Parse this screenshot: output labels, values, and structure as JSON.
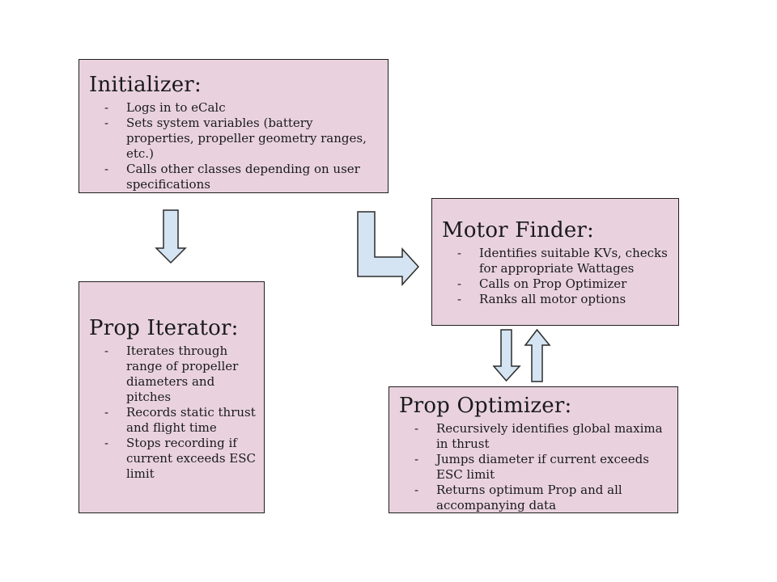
{
  "bullet_marker": "-",
  "colors": {
    "box_fill": "#e9d2de",
    "box_border": "#1f1f1f",
    "arrow_fill": "#d5e4f2",
    "arrow_border": "#2b2b2b",
    "text": "#1a1a1a",
    "background": "#ffffff"
  },
  "boxes": [
    {
      "id": "initializer",
      "title": "Initializer:",
      "bullets": [
        "Logs in to eCalc",
        "Sets system variables (battery properties, propeller geometry ranges, etc.)",
        "Calls other classes depending on user specifications"
      ]
    },
    {
      "id": "motor-finder",
      "title": "Motor Finder:",
      "bullets": [
        "Identifies suitable KVs, checks for appropriate Wattages",
        "Calls on Prop Optimizer",
        "Ranks all motor options"
      ]
    },
    {
      "id": "prop-iterator",
      "title": "Prop Iterator:",
      "bullets": [
        "Iterates through range of propeller diameters and pitches",
        "Records static thrust and flight time",
        "Stops recording if current exceeds ESC limit"
      ]
    },
    {
      "id": "prop-optimizer",
      "title": "Prop Optimizer:",
      "bullets": [
        "Recursively identifies global maxima in thrust",
        "Jumps diameter if current exceeds ESC limit",
        "Returns optimum Prop and all accompanying data"
      ]
    }
  ],
  "arrows": [
    {
      "name": "initializer-to-prop-iterator",
      "direction": "down"
    },
    {
      "name": "initializer-to-motor-finder",
      "direction": "elbow-down-right"
    },
    {
      "name": "motor-finder-to-prop-optimizer",
      "direction": "down"
    },
    {
      "name": "prop-optimizer-to-motor-finder",
      "direction": "up"
    }
  ]
}
